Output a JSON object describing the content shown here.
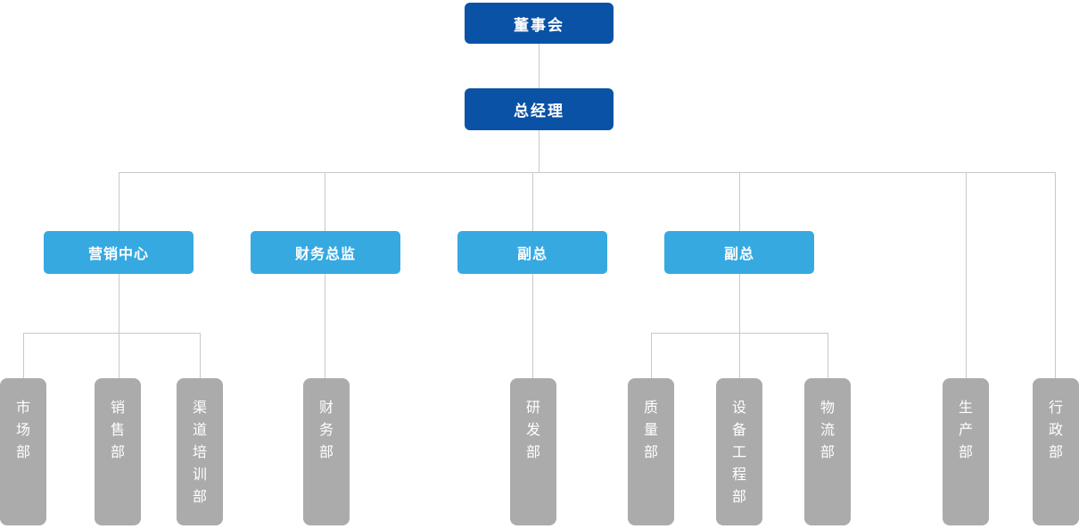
{
  "org_chart": {
    "root": {
      "label": "董事会"
    },
    "general_manager": {
      "label": "总经理"
    },
    "executives": [
      {
        "label": "营销中心"
      },
      {
        "label": "财务总监"
      },
      {
        "label": "副总"
      },
      {
        "label": "副总"
      }
    ],
    "departments": [
      {
        "label": "市场部"
      },
      {
        "label": "销售部"
      },
      {
        "label": "渠道培训部"
      },
      {
        "label": "财务部"
      },
      {
        "label": "研发部"
      },
      {
        "label": "质量部"
      },
      {
        "label": "设备工程部"
      },
      {
        "label": "物流部"
      },
      {
        "label": "生产部"
      },
      {
        "label": "行政部"
      }
    ],
    "colors": {
      "top_level_dark_blue": "#0a52a6",
      "executive_light_blue": "#36a9e1",
      "department_gray": "#ababab",
      "connector_line_gray": "#c9c9c9",
      "text_white": "#ffffff",
      "background": "#ffffff"
    }
  }
}
